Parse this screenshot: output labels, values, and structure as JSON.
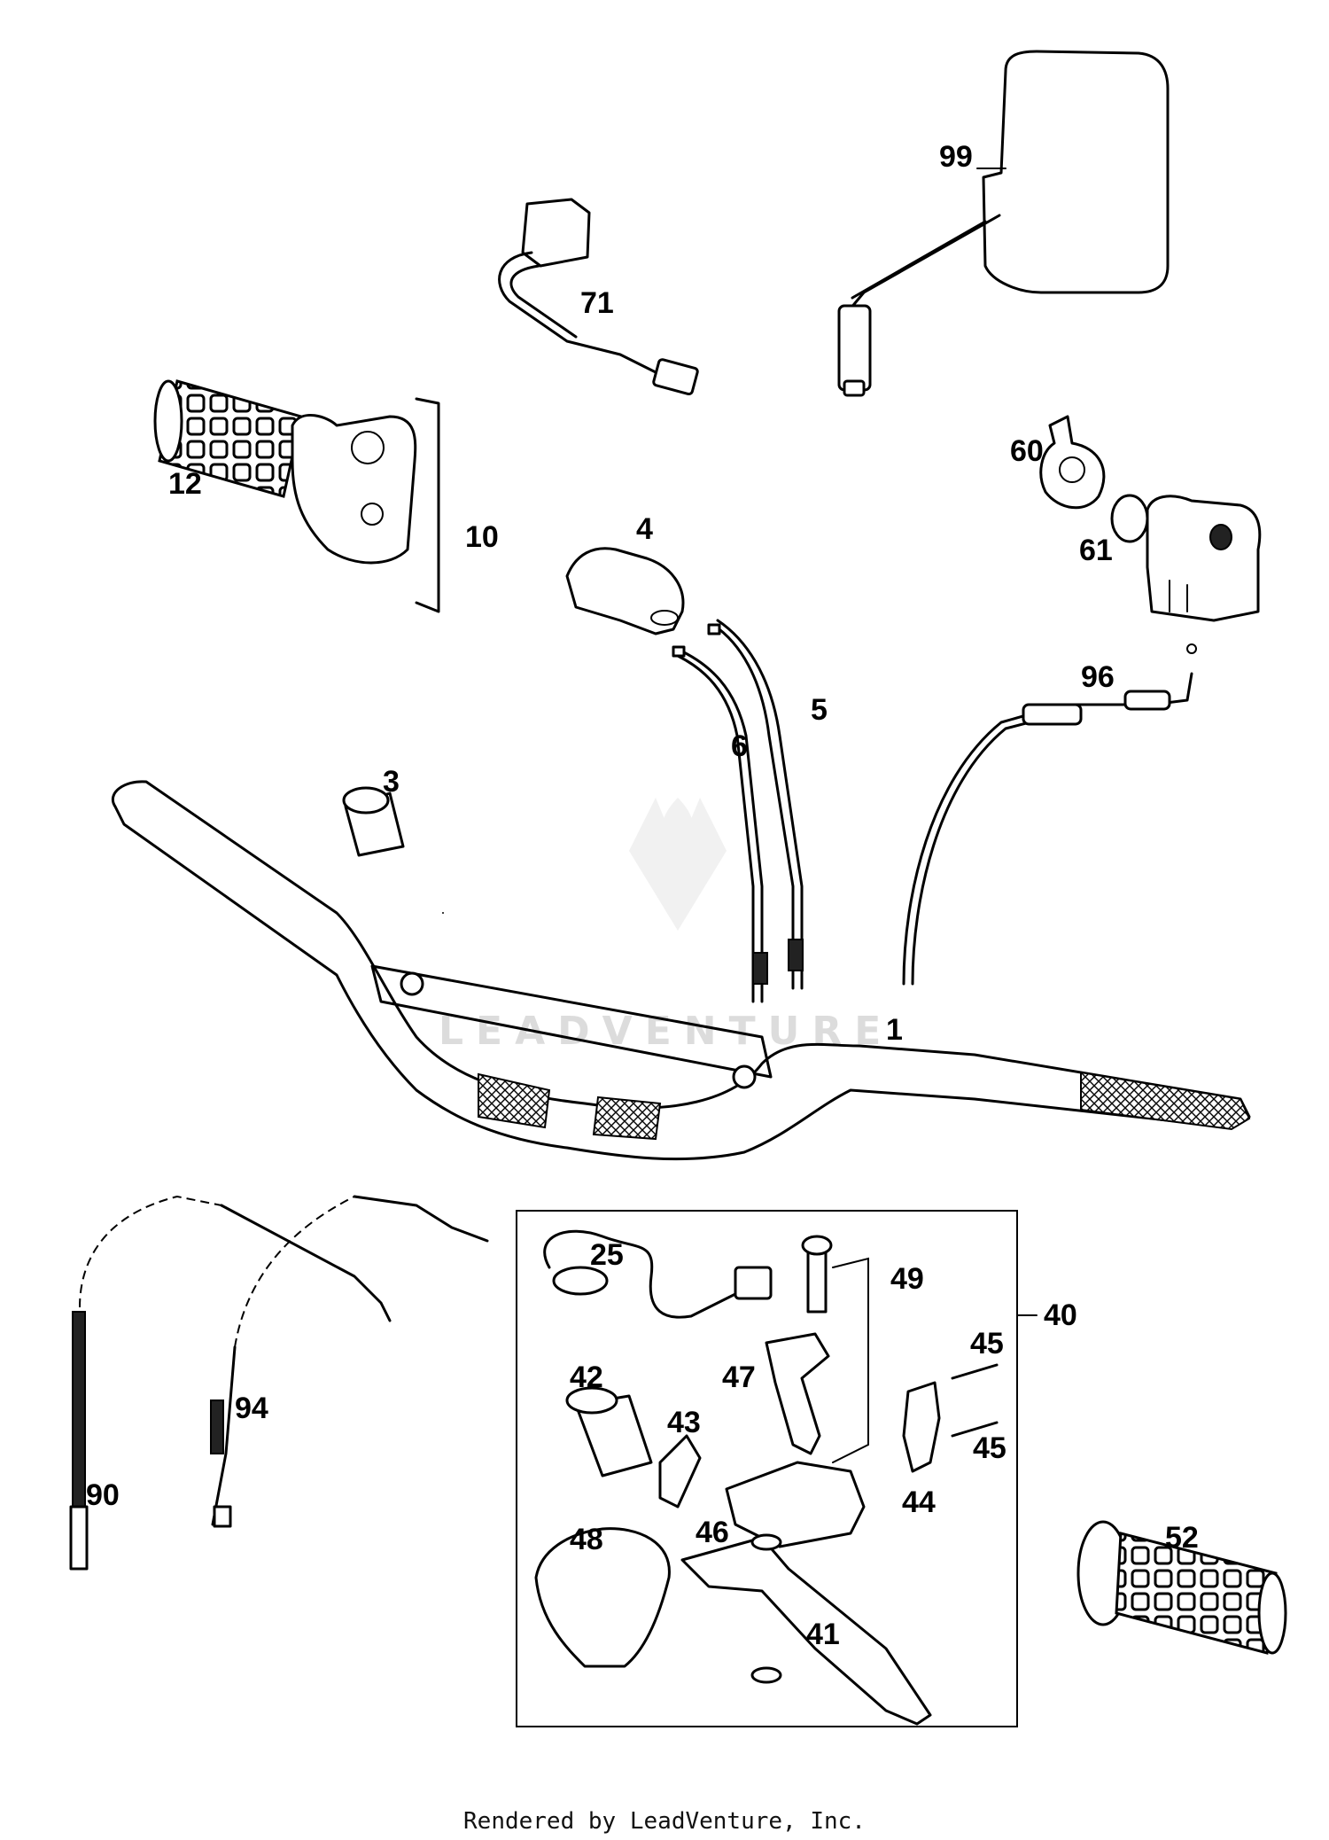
{
  "callouts": {
    "c1": "1",
    "c3": "3",
    "c4": "4",
    "c5": "5",
    "c6": "6",
    "c10": "10",
    "c12": "12",
    "c25": "25",
    "c40": "40",
    "c41": "41",
    "c42": "42",
    "c43": "43",
    "c44": "44",
    "c45a": "45",
    "c45b": "45",
    "c46": "46",
    "c47": "47",
    "c48": "48",
    "c49": "49",
    "c52": "52",
    "c60": "60",
    "c61": "61",
    "c71": "71",
    "c90": "90",
    "c94": "94",
    "c96": "96",
    "c99": "99"
  },
  "watermark": {
    "text": "LEADVENTURE"
  },
  "footer": {
    "text": "Rendered by LeadVenture, Inc."
  }
}
